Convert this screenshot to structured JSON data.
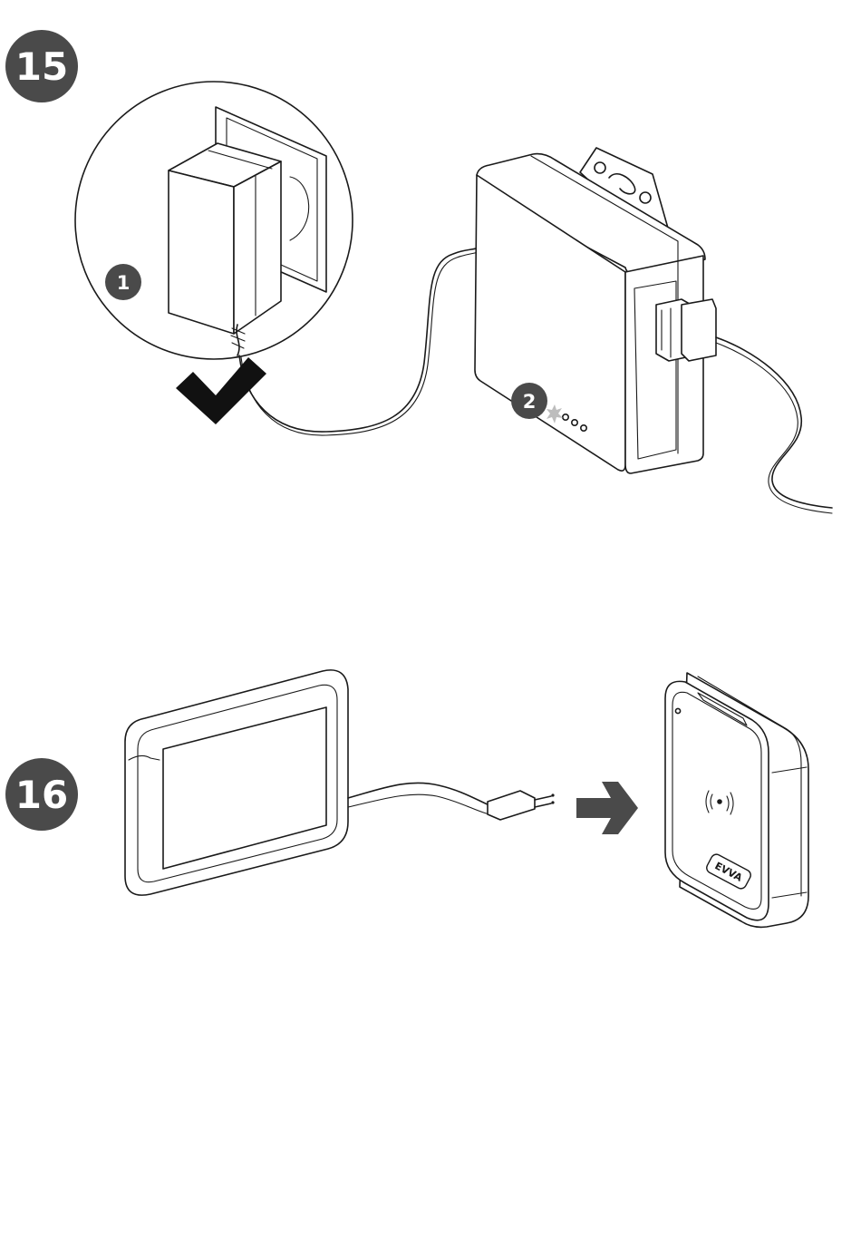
{
  "steps": [
    {
      "number": "15",
      "markers": [
        "1",
        "2"
      ]
    },
    {
      "number": "16",
      "logo": "EVVA"
    }
  ],
  "colors": {
    "badge": "#4a4a4a",
    "line": "#1a1a1a",
    "led_flash": "#bdbdbd"
  },
  "icons": [
    "checkmark-icon",
    "arrow-right-icon",
    "nfc-icon"
  ]
}
